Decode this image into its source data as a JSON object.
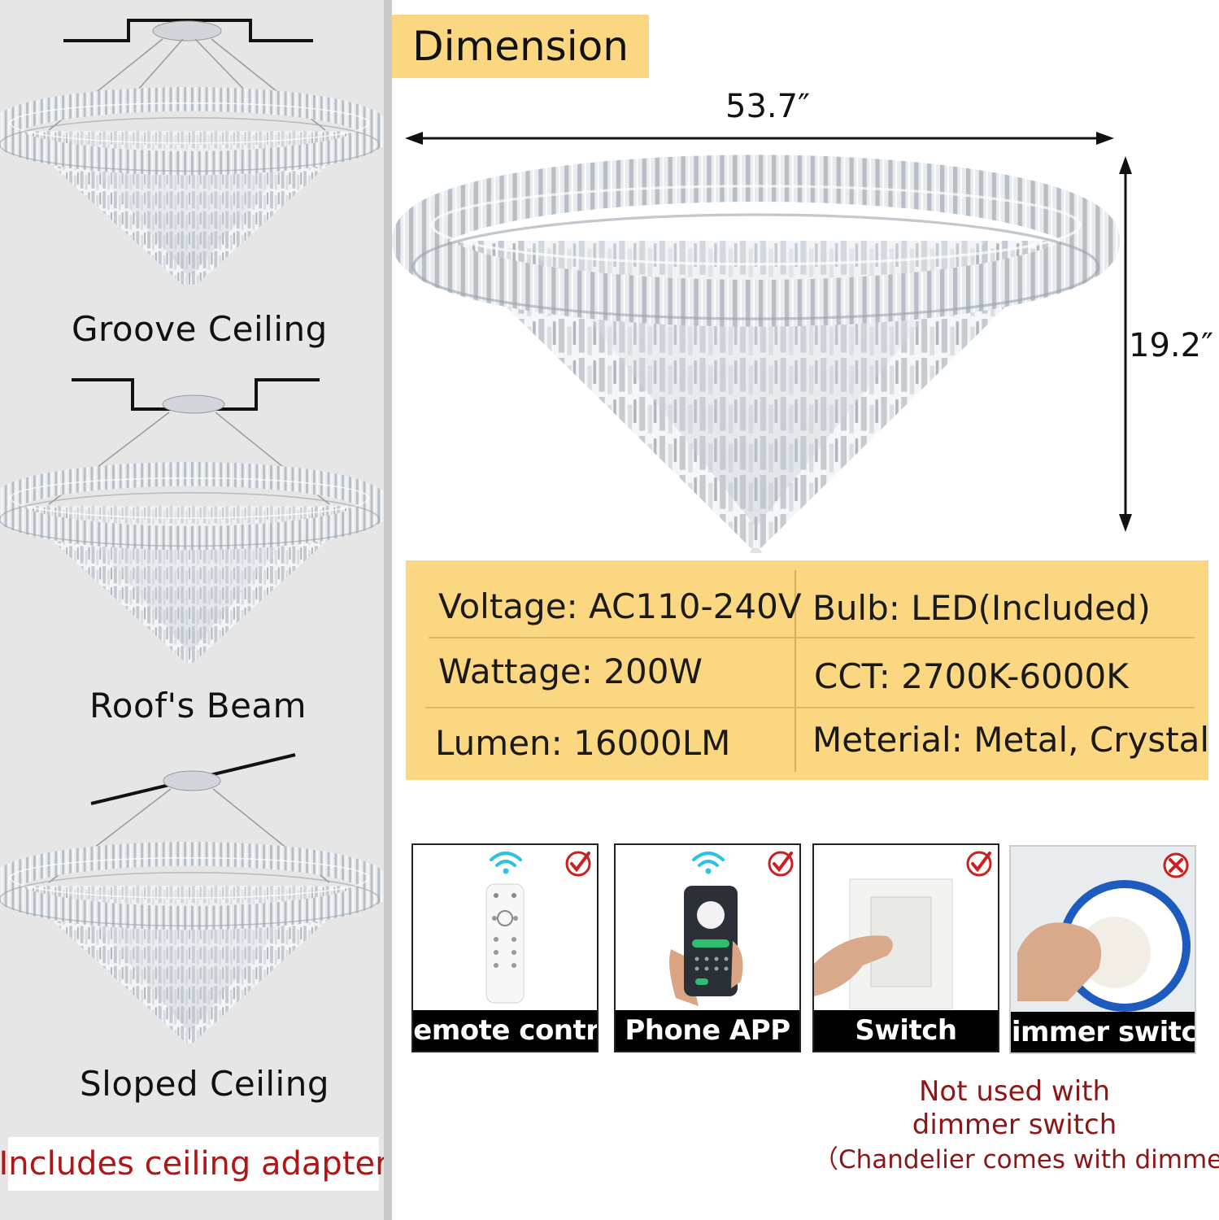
{
  "dimension": {
    "title": "Dimension",
    "width": "53.7″",
    "height": "19.2″"
  },
  "mounts": [
    {
      "label": "Groove Ceiling"
    },
    {
      "label": "Roof's Beam"
    },
    {
      "label": "Sloped Ceiling"
    }
  ],
  "adapter_note": "Includes ceiling adapter",
  "specs": [
    [
      "Voltage: AC110-240V",
      "Bulb: LED(Included)"
    ],
    [
      "Wattage: 200W",
      "CCT: 2700K-6000K"
    ],
    [
      "Lumen: 16000LM",
      "Meterial: Metal, Crystal"
    ]
  ],
  "controls": [
    {
      "caption": "Remote contro",
      "supported": true
    },
    {
      "caption": "Phone APP",
      "supported": true
    },
    {
      "caption": "Switch",
      "supported": true
    },
    {
      "caption": "Dimmer switch",
      "supported": false
    }
  ],
  "warning": {
    "line1": "Not used with",
    "line2": "dimmer switch",
    "line3": "（Chandelier comes with dimmer)"
  },
  "colors": {
    "accent_yellow": "#fcd782",
    "warning_red": "#b01616",
    "check_red": "#cc1f1f"
  }
}
